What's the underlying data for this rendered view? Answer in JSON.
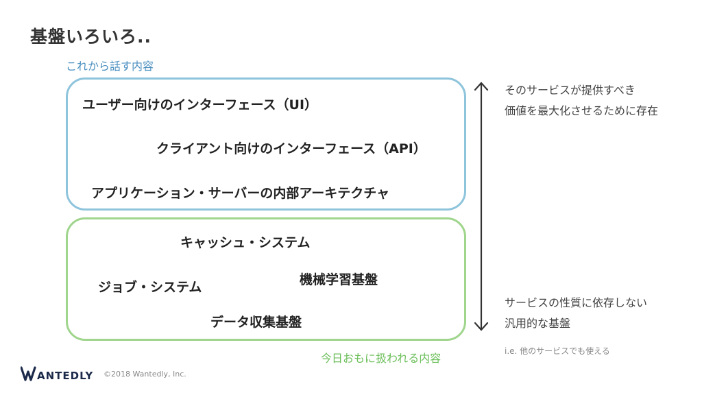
{
  "header": {
    "title": "基盤いろいろ..",
    "talk_scope": "これから話す内容"
  },
  "blue_group": {
    "items": [
      "ユーザー向けのインターフェース（UI）",
      "クライアント向けのインターフェース（API）",
      "アプリケーション・サーバーの内部アーキテクチャ"
    ]
  },
  "green_group": {
    "items": [
      "キャッシュ・システム",
      "機械学習基盤",
      "ジョブ・システム",
      "データ収集基盤"
    ],
    "label": "今日おもに扱われる内容"
  },
  "notes": {
    "top_line1": "そのサービスが提供すべき",
    "top_line2": "価値を最大化させるために存在",
    "bottom_line1": "サービスの性質に依存しない",
    "bottom_line2": "汎用的な基盤",
    "example": "i.e. 他のサービスでも使える"
  },
  "footer": {
    "logo_text": "WANTEDLY",
    "copyright": "©2018 Wantedly, Inc."
  },
  "colors": {
    "blue_box": "#8ec4dc",
    "green_box": "#9fd58c",
    "blue_text": "#4a8fc0",
    "green_text": "#6cbf5a",
    "logo": "#1b2a4a"
  },
  "icons": [
    "double-headed-vertical-arrow-icon"
  ]
}
